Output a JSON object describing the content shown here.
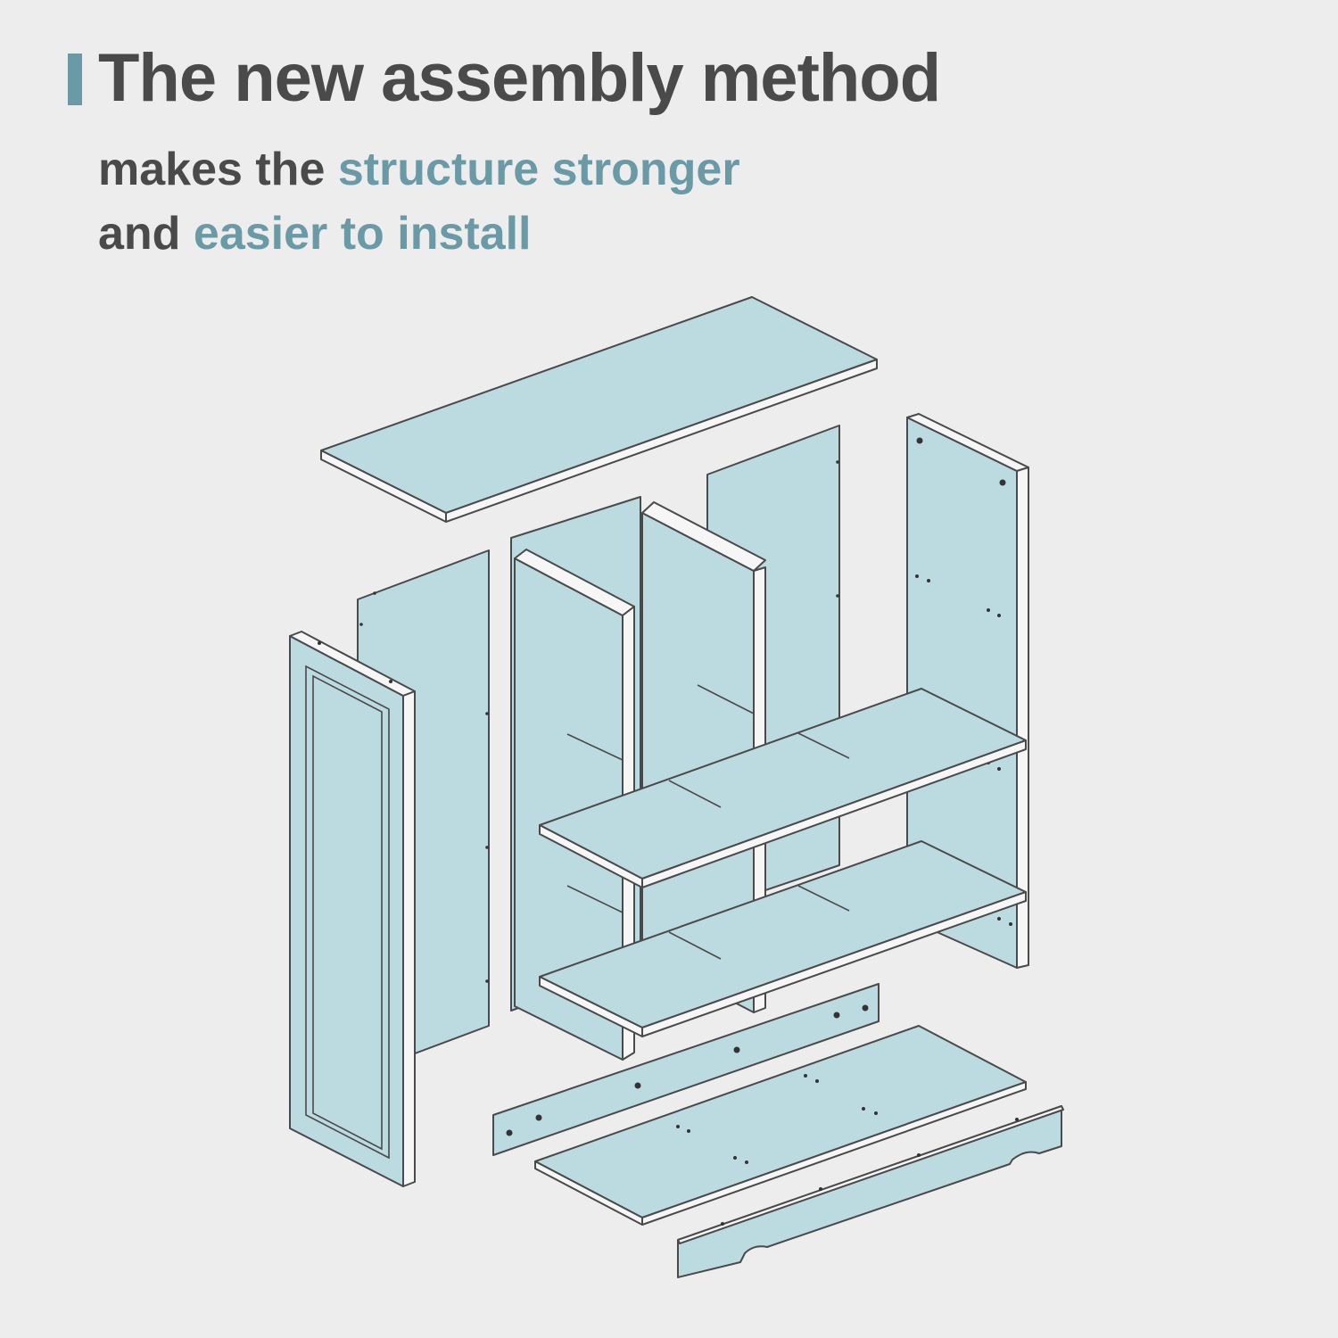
{
  "headline": {
    "title": "The new assembly method",
    "line1_prefix": "makes the ",
    "line1_highlight": "structure stronger",
    "line2_prefix": "and ",
    "line2_highlight": "easier to install"
  },
  "colors": {
    "background": "#ededed",
    "text_dark": "#4a4a4a",
    "accent": "#6a9aa6",
    "panel_fill": "#bcdbe0",
    "panel_stroke": "#4a4a4a",
    "edge_fill": "#f6f6f6"
  },
  "diagram": {
    "type": "exploded furniture assembly",
    "parts": [
      "top-panel",
      "left-door-frame",
      "left-back-panel",
      "center-divider-left",
      "center-divider-right",
      "right-back-panel",
      "right-side-panel",
      "upper-shelf",
      "lower-shelf",
      "front-rail",
      "bottom-panel",
      "base-plinth"
    ]
  }
}
